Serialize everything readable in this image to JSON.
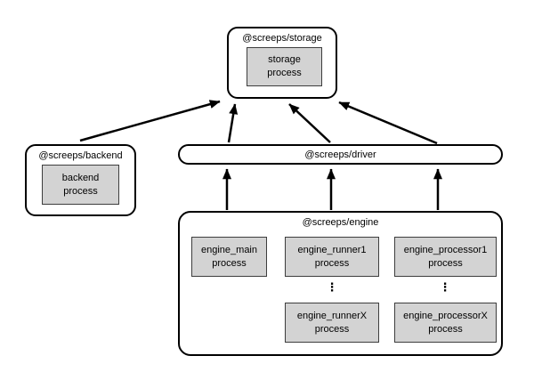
{
  "diagram": {
    "title": "screeps services architecture diagram",
    "colors": {
      "process_fill": "#d3d3d3",
      "line": "#000000",
      "background": "#ffffff"
    },
    "nodes": {
      "storage": {
        "label": "@screeps/storage",
        "process": "storage\nprocess"
      },
      "backend": {
        "label": "@screeps/backend",
        "process": "backend\nprocess"
      },
      "driver": {
        "label": "@screeps/driver"
      },
      "engine": {
        "label": "@screeps/engine",
        "processes": {
          "main": "engine_main\nprocess",
          "runner1": "engine_runner1\nprocess",
          "runnerX": "engine_runnerX\nprocess",
          "processor1": "engine_processor1\nprocess",
          "processorX": "engine_processorX\nprocess"
        },
        "ellipsis": "⋮"
      }
    },
    "edges": [
      "backend -> storage",
      "driver -> storage (x3)",
      "engine -> driver (x3)"
    ]
  }
}
